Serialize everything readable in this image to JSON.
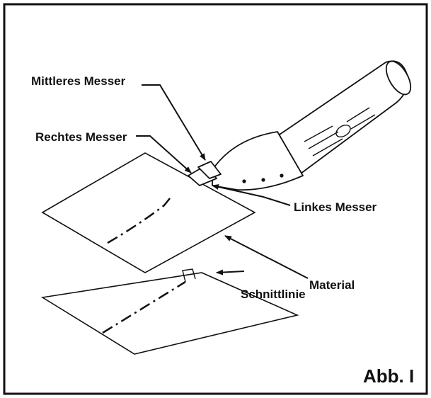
{
  "labels": {
    "mittleres_messer": "Mittleres Messer",
    "rechtes_messer": "Rechtes Messer",
    "linkes_messer": "Linkes Messer",
    "material": "Material",
    "schnittlinie": "Schnittlinie"
  },
  "figure_number": "Abb. I",
  "colors": {
    "ink": "#111111",
    "paper": "#ffffff"
  }
}
